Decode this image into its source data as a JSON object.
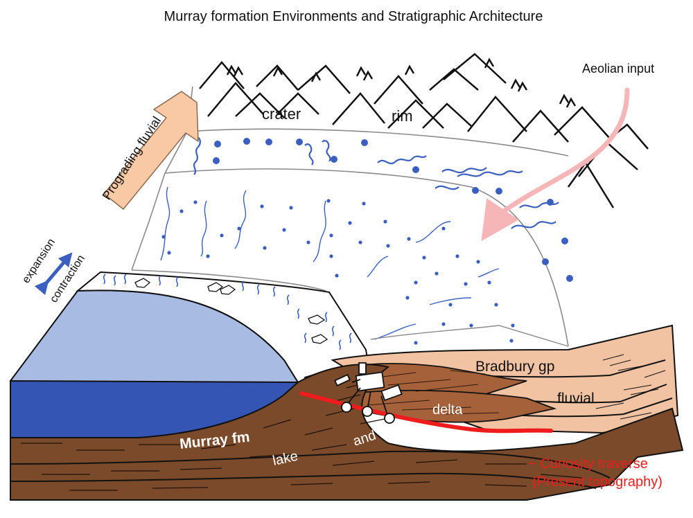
{
  "title": "Murray formation Environments and Stratigraphic Architecture",
  "labels": {
    "crater": "crater",
    "rim": "rim",
    "aeolian": "Aeolian input",
    "prograding": "Prograding fluvial",
    "expansion": "expansion",
    "contraction": "contraction",
    "bradbury": "Bradbury gp",
    "fluvial": "fluvial",
    "delta": "delta",
    "and": "and",
    "lake": "lake",
    "murray": "Murray fm",
    "traverse_line1": "~ Curiosity traverse",
    "traverse_line2": "(Present topography)"
  },
  "colors": {
    "lake_surface": "#a8bbe3",
    "lake_front": "#3555b5",
    "murray_brown": "#7a4a2a",
    "delta_brown": "#9a5c33",
    "bradbury_tan": "#f1c3a3",
    "traverse_red": "#ee1c1c",
    "arrow_peach": "#f9c9a6",
    "aeolian_pink": "#f6b6b8",
    "sketch_blue": "#3a5fbf"
  },
  "icons": [
    "rover-icon"
  ]
}
